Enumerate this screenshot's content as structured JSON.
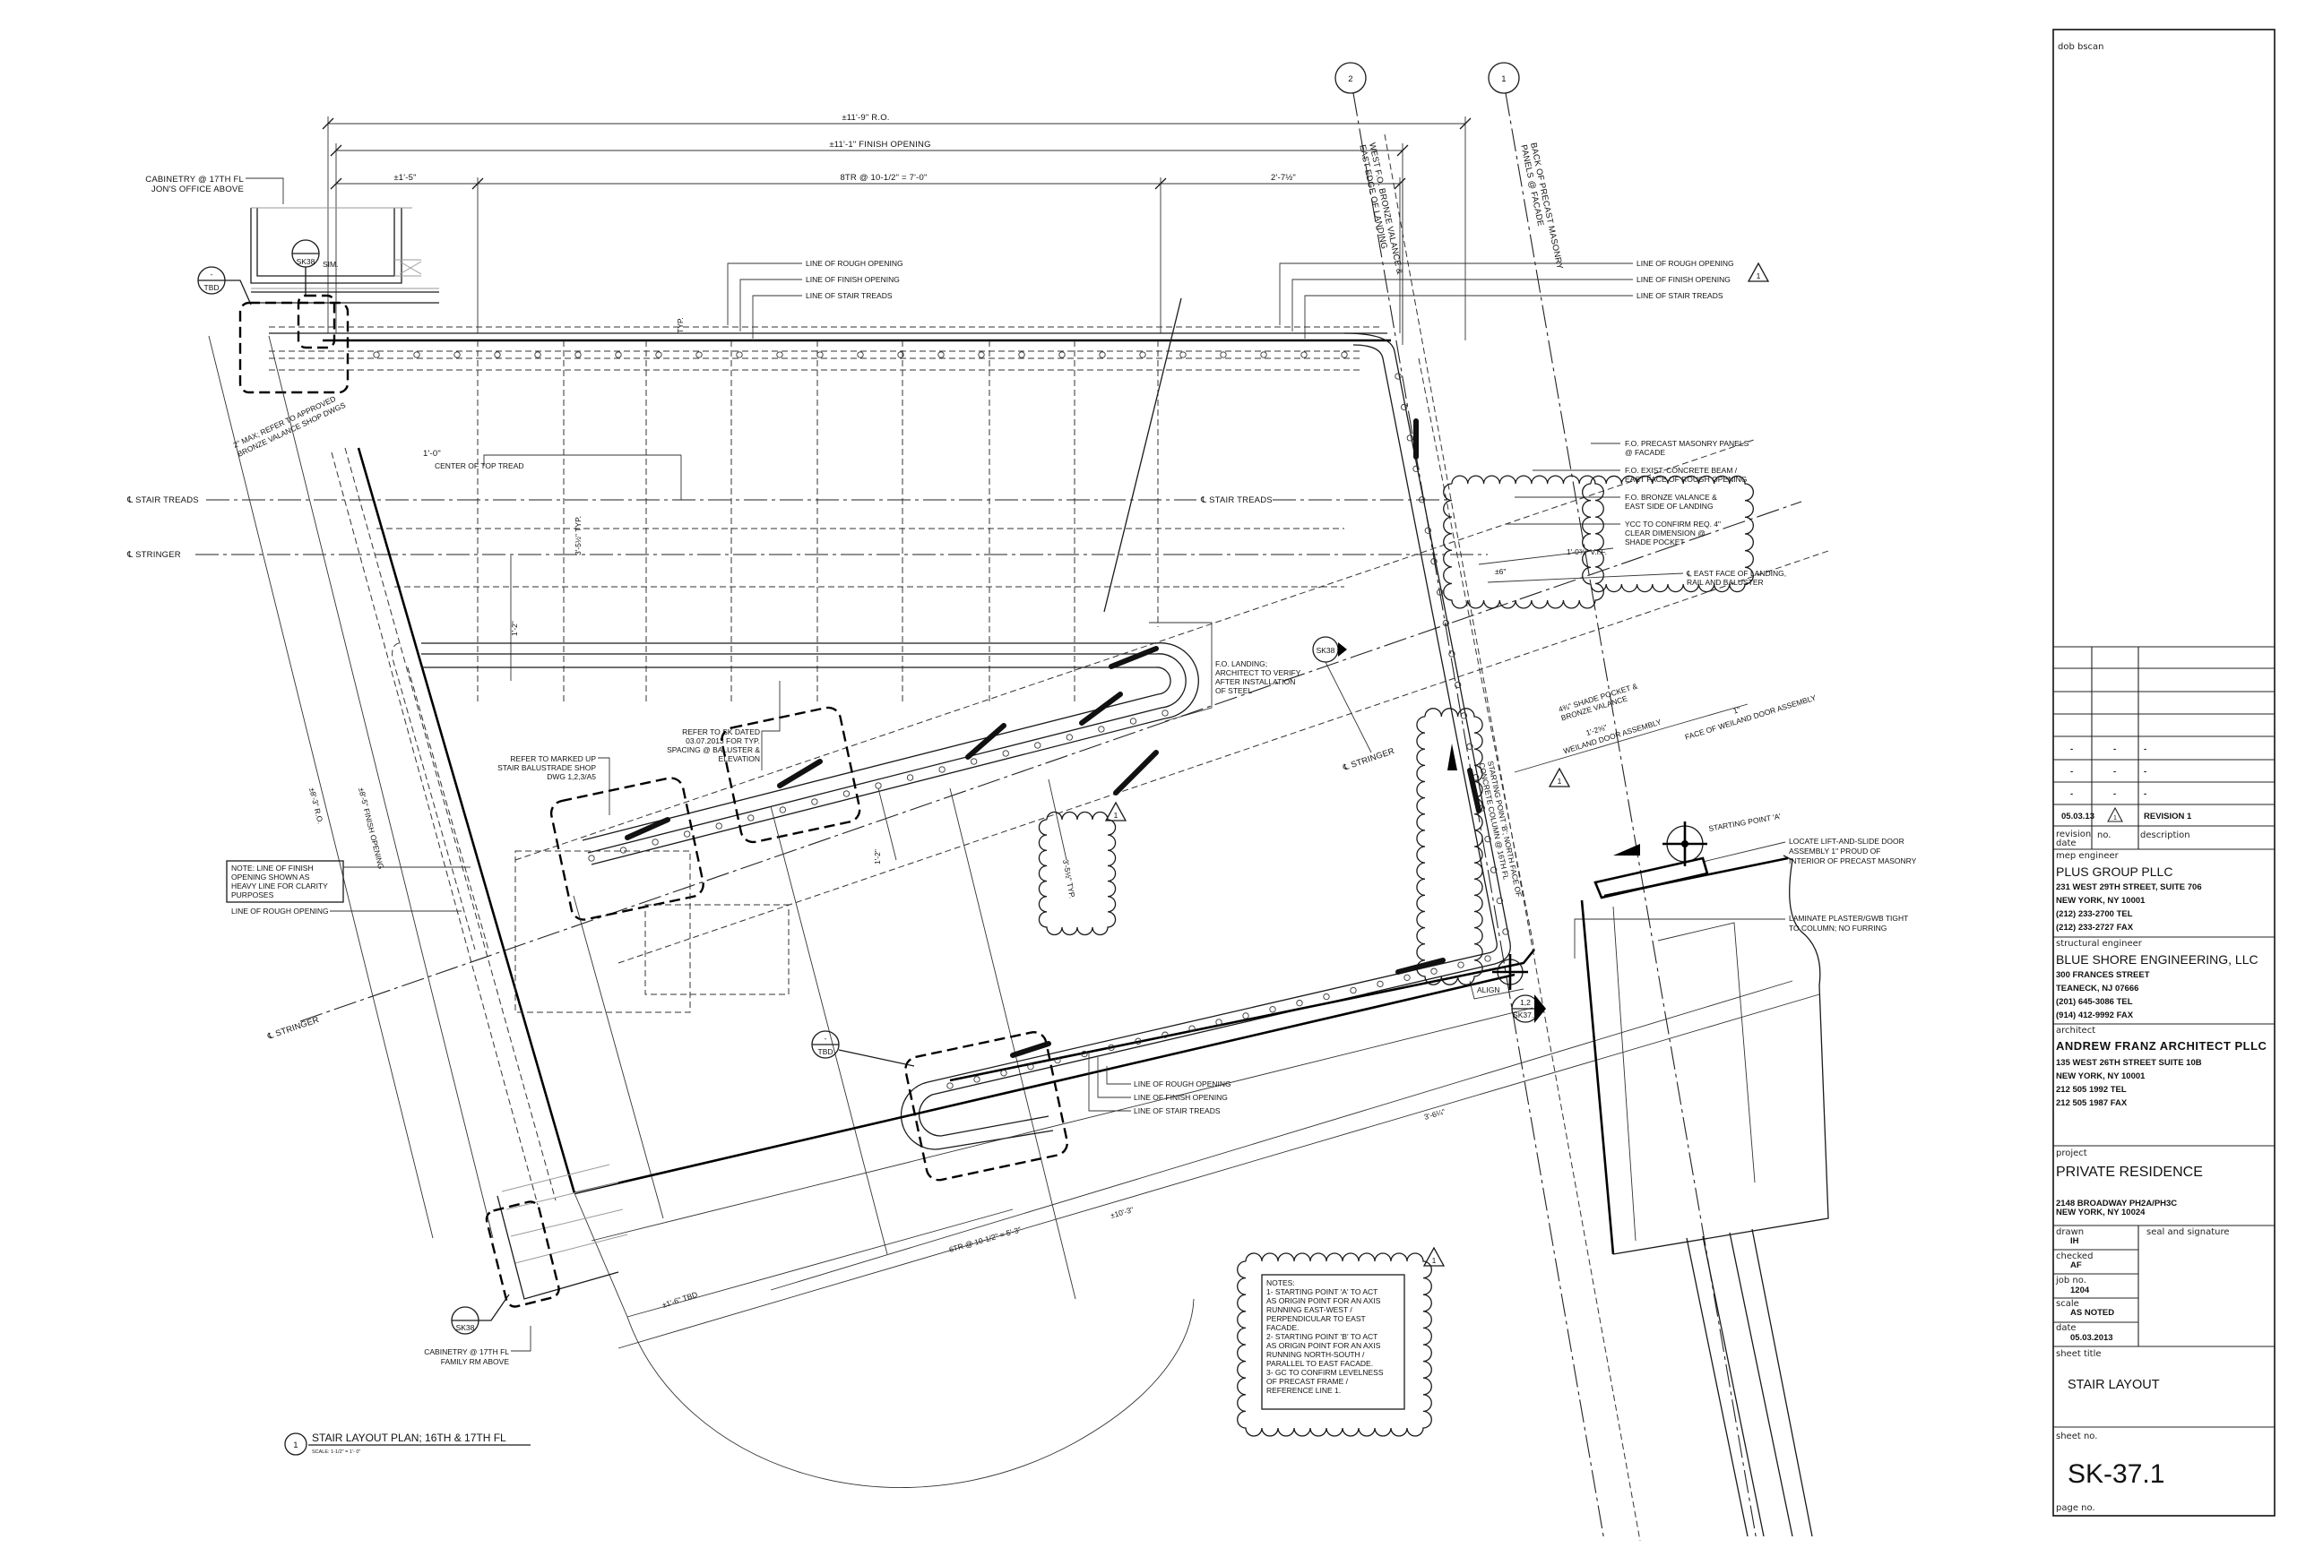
{
  "title_block": {
    "dob_label": "dob bscan",
    "revisions": [
      {
        "date": "-",
        "no": "-",
        "description": "-"
      },
      {
        "date": "-",
        "no": "-",
        "description": "-"
      },
      {
        "date": "-",
        "no": "-",
        "description": "-"
      },
      {
        "date": "05.03.13",
        "no": "1",
        "description": "REVISION 1"
      }
    ],
    "revision_headers": {
      "date_l1": "revision",
      "date_l2": "date",
      "no": "no.",
      "description": "description"
    },
    "mep": {
      "label": "mep engineer",
      "name": "PLUS GROUP PLLC",
      "lines": [
        "231 WEST 29TH STREET, SUITE 706",
        "NEW YORK, NY 10001",
        "(212) 233-2700 TEL",
        "(212) 233-2727 FAX"
      ]
    },
    "structural": {
      "label": "structural engineer",
      "name": "BLUE SHORE ENGINEERING, LLC",
      "lines": [
        "300 FRANCES STREET",
        "TEANECK, NJ 07666",
        "(201) 645-3086 TEL",
        "(914) 412-9992 FAX"
      ]
    },
    "architect": {
      "label": "architect",
      "name": "ANDREW FRANZ ARCHITECT PLLC",
      "lines": [
        "135 WEST 26TH STREET SUITE 10B",
        "NEW YORK, NY  10001",
        "212 505 1992 TEL",
        "212 505 1987 FAX"
      ]
    },
    "project": {
      "label": "project",
      "name": "PRIVATE RESIDENCE",
      "lines": [
        "2148 BROADWAY PH2A/PH3C",
        "NEW YORK, NY 10024"
      ]
    },
    "drawn": {
      "label": "drawn",
      "value": "IH"
    },
    "checked": {
      "label": "checked",
      "value": "AF"
    },
    "job_no": {
      "label": "job  no.",
      "value": "1204"
    },
    "scale": {
      "label": "scale",
      "value": "AS NOTED"
    },
    "date": {
      "label": "date",
      "value": "05.03.2013"
    },
    "seal_label": "seal  and  signature",
    "sheet_title_label": "sheet  title",
    "sheet_title": "STAIR LAYOUT",
    "sheet_no_label": "sheet  no.",
    "sheet_no": "SK-37.1",
    "page_no_label": "page  no."
  },
  "drawing": {
    "grid_bubbles": [
      "2",
      "1"
    ],
    "dims": {
      "ro": "±11'-9\" R.O.",
      "finish": "±11'-1\" FINISH OPENING",
      "treads_top": "8TR @ 10-1/2\" = 7'-0\"",
      "left_top": "±1'-5\"",
      "right_top": "2'-7½\"",
      "center_top": "1'-0\"",
      "center_top_note": "CENTER OF TOP TREAD",
      "rise_typ": "3'-5½\" TYP.",
      "one_two": "1'-2\"",
      "one_two_b": "1'-2\"",
      "rise_typ_b": "3'-5½\" TYP.",
      "left_ro": "±8'-3\" R.O.",
      "left_finish": "±8'-5\" FINISH OPENING",
      "treads_bottom": "6TR @ 10-1/2\" = 5'-3\"",
      "ten_three": "±10'-3\"",
      "three_six": "3'-6¼\"",
      "one_six_tbd": "±1'-6\" TBD",
      "vif": "1'-0¾\" V.I.F.",
      "six": "±6\"",
      "typ": "TYP.",
      "two_max": "2\" MAX; REFER TO APPROVED",
      "two_max_2": "BRONZE VALANCE SHOP DWGS"
    },
    "labels": {
      "cab_top_1": "CABINETRY @ 17TH FL",
      "cab_top_2": "JON'S OFFICE ABOVE",
      "sim": "SIM.",
      "cab_bot_1": "CABINETRY @ 17TH FL",
      "cab_bot_2": "FAMILY RM ABOVE",
      "cl_treads": "℄ STAIR TREADS",
      "cl_stringer": "℄ STRINGER",
      "cl_treads_r": "℄ STAIR TREADS",
      "cl_stringer_diag": "℄ STRINGER",
      "cl_stringer_mid": "℄ STRINGER",
      "lines_top_l": [
        "LINE OF ROUGH OPENING",
        "LINE OF FINISH OPENING",
        "LINE OF STAIR TREADS"
      ],
      "lines_top_r": [
        "LINE OF ROUGH OPENING",
        "LINE OF FINISH OPENING",
        "LINE OF STAIR TREADS"
      ],
      "lines_bot": [
        "LINE OF ROUGH OPENING",
        "LINE OF FINISH OPENING",
        "LINE OF STAIR TREADS"
      ],
      "grid2_note": [
        "WEST F.O. BRONZE VALANCE &",
        "EAST EDGE OF LANDING"
      ],
      "grid1_note": [
        "BACK OF PRECAST MASONRY",
        "PANELS @ FACADE"
      ],
      "fo_notes": [
        "F.O. PRECAST MASONRY PANELS",
        "@ FACADE",
        "F.O. EXIST. CONCRETE BEAM /",
        "EAST FACE OF ROUGH OPENING",
        "F.O. BRONZE VALANCE &",
        "EAST SIDE OF LANDING",
        "YCC TO CONFIRM REQ. 4\"",
        "CLEAR DIMENSION @",
        "SHADE POCKET"
      ],
      "east_face": [
        "℄ EAST FACE OF LANDING,",
        "RAIL AND BALUSTER"
      ],
      "fo_landing": [
        "F.O. LANDING;",
        "ARCHITECT TO VERIFY",
        "AFTER INSTALLATION",
        "OF STEEL"
      ],
      "refer_sk": [
        "REFER TO SK DATED",
        "03.07.2013 FOR TYP.",
        "SPACING @ BALUSTER &",
        "ELEVATION"
      ],
      "refer_marked": [
        "REFER TO MARKED UP",
        "STAIR BALUSTRADE SHOP",
        "DWG 1,2,3/A5"
      ],
      "note_box": [
        "NOTE: LINE OF FINISH",
        "OPENING SHOWN AS",
        "HEAVY LINE FOR CLARITY",
        "PURPOSES"
      ],
      "rough_left": "LINE OF ROUGH OPENING",
      "shade_pocket": [
        "4¾\" SHADE POCKET &",
        "BRONZE VALANCE"
      ],
      "weiland": [
        "1'-2⅝\"",
        "WEILAND DOOR ASSEMBLY"
      ],
      "face_weiland": [
        "1\"",
        "FACE OF WEILAND DOOR ASSEMBLY"
      ],
      "start_a": "STARTING POINT 'A'",
      "start_b": [
        "STARTING POINT 'B'; NORTH FACE OF",
        "CONCRETE COLUMN @ 16TH FL"
      ],
      "locate": [
        "LOCATE LIFT-AND-SLIDE DOOR",
        "ASSEMBLY 1\" PROUD OF",
        "INTERIOR OF PRECAST MASONRY"
      ],
      "laminate": [
        "LAMINATE PLASTER/GWB TIGHT",
        "TO COLUMN; NO FURRING"
      ],
      "align": "ALIGN"
    },
    "tags": {
      "sk38_top": "SK38",
      "tbd_top_a": "-",
      "tbd_top_b": "TBD",
      "sk38_mid": "SK38",
      "tbd_low_a": "-",
      "tbd_low_b": "TBD",
      "sk38_bot": "SK38",
      "sk372_a": "1,2",
      "sk372_b": "SK37.2"
    },
    "revision_marker": "1",
    "notes": [
      "NOTES:",
      "1- STARTING POINT 'A' TO ACT",
      "AS ORIGIN POINT FOR AN AXIS",
      "RUNNING EAST-WEST /",
      "PERPENDICULAR TO EAST",
      "FACADE.",
      "2- STARTING POINT 'B' TO ACT",
      "AS ORIGIN POINT FOR AN AXIS",
      "RUNNING NORTH-SOUTH /",
      "PARALLEL TO EAST FACADE.",
      "3- GC TO CONFIRM LEVELNESS",
      "OF PRECAST FRAME /",
      "REFERENCE LINE 1."
    ],
    "view_title": {
      "number": "1",
      "title": "STAIR LAYOUT PLAN; 16TH & 17TH FL",
      "scale": "SCALE: 1-1/2\" = 1'- 0\""
    }
  }
}
